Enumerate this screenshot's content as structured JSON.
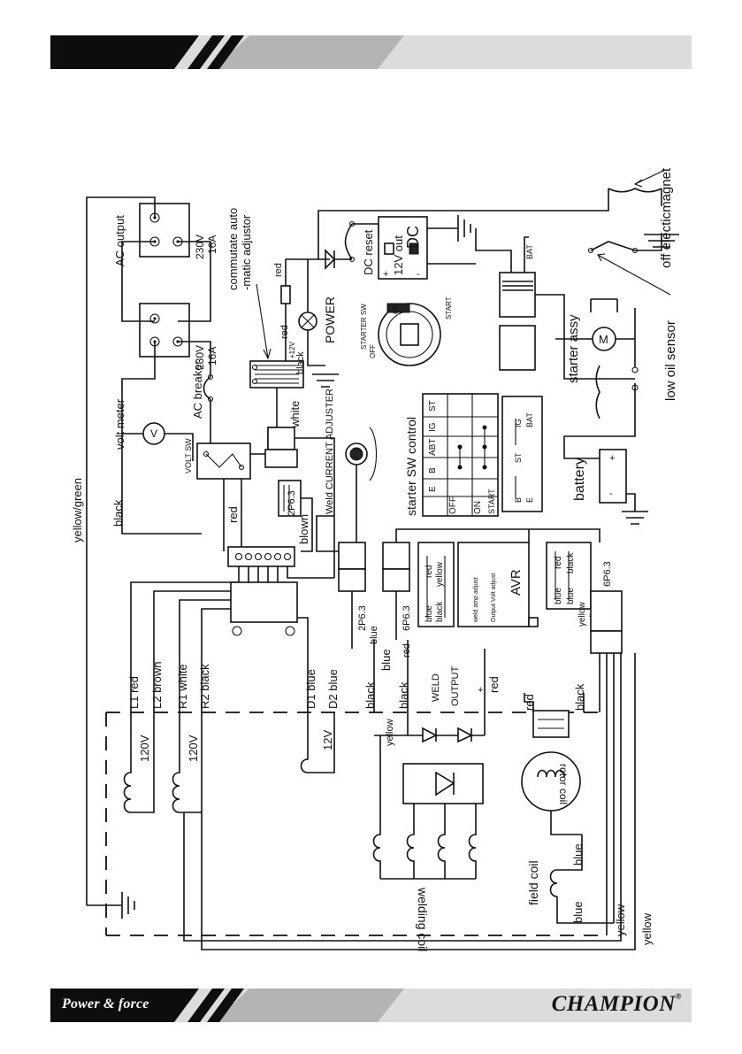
{
  "footer": {
    "tagline": "Power & force",
    "brand": "CHAMPION",
    "brand_mark": "®"
  },
  "colors": {
    "bar_dark": "#0d0d0d",
    "bar_mid": "#b4b4b4",
    "bar_light": "#dcdcdc"
  },
  "diagram": {
    "ac_output": "AC output",
    "outlet_1_voltage": "230V",
    "outlet_1_current": "16A",
    "outlet_2_voltage": "230V",
    "outlet_2_current": "16A",
    "ac_breaker": "AC breaker",
    "volt_meter": "volt meter",
    "volt_meter_symbol": "V",
    "yellow_green": "yellow/green",
    "black": "black",
    "red": "red",
    "white": "white",
    "blown": "blown",
    "volt_sw": "VOLT SW",
    "plug_2p63": "2P6.3",
    "plug_6p63": "6P6.3",
    "commutate_1": "commutate auto",
    "commutate_2": "-matic adjustor",
    "plus_12v": "+12V",
    "power": "POWER",
    "dc_reset": "DC reset",
    "out_12v": "12V out",
    "dc": "DC",
    "starter_sw": "STARTER SW",
    "sw_off": "OFF",
    "sw_on": "ON",
    "sw_start": "START",
    "weld_current_adjuster": "Weld CURRENT ADJUSTER",
    "starter_sw_control": "starter SW control",
    "col_e": "E",
    "col_b": "B",
    "col_abt": "ABT",
    "col_ig": "IG",
    "col_st": "ST",
    "row_off": "OFF",
    "row_on": "ON",
    "row_start": "START",
    "term_b": "B",
    "term_e": "E",
    "term_st": "ST",
    "term_ig": "IG",
    "term_bat": "BAT",
    "battery": "battery",
    "starter_assy": "starter assy",
    "motor_symbol": "M",
    "low_oil_sensor": "low oil sensor",
    "off_electromagnet": "off electicmagnet",
    "bat": "BAT",
    "avr": "AVR",
    "output_volt_adjust": "Output Volt adjust",
    "weld_amp_adjust": "weld amp adjust",
    "blue": "blue",
    "yellow": "yellow",
    "l1_red": "L1 red",
    "l2_brown": "L2 brown",
    "r1_white": "R1 white",
    "r2_black": "R2 black",
    "d1_blue": "D1 blue",
    "d2_blue": "D2 blue",
    "v120_a": "120V",
    "v120_b": "120V",
    "v12": "12V",
    "weld_output_1": "WELD",
    "weld_output_2": "OUTPUT",
    "minus": "-",
    "plus": "+",
    "rotor_coil": "rotor coil",
    "field_coil": "field coil",
    "welding_coil": "welding coil"
  }
}
